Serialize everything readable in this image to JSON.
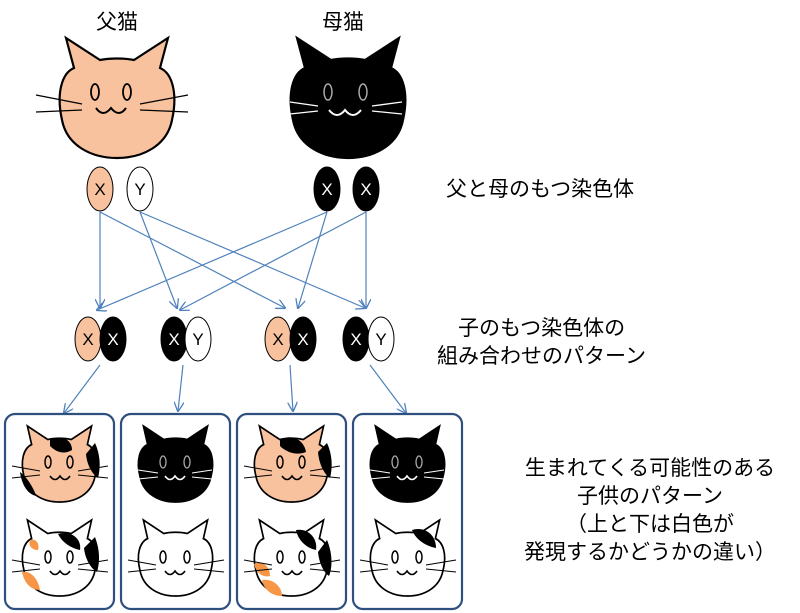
{
  "parents": {
    "father": {
      "label": "父猫",
      "color": "#f9c29f"
    },
    "mother": {
      "label": "母猫",
      "color": "#000000"
    }
  },
  "parent_chromosomes": {
    "caption": "父と母のもつ染色体",
    "father": [
      {
        "letter": "X",
        "color": "#f9c29f"
      },
      {
        "letter": "Y",
        "color": "#ffffff"
      }
    ],
    "mother": [
      {
        "letter": "X",
        "color": "#000000"
      },
      {
        "letter": "X",
        "color": "#000000"
      }
    ]
  },
  "child_chromosomes": {
    "caption_line1": "子のもつ染色体の",
    "caption_line2": "組み合わせのパターン",
    "pairs": [
      [
        {
          "letter": "X",
          "color": "#f9c29f"
        },
        {
          "letter": "X",
          "color": "#000000"
        }
      ],
      [
        {
          "letter": "X",
          "color": "#000000"
        },
        {
          "letter": "Y",
          "color": "#ffffff"
        }
      ],
      [
        {
          "letter": "X",
          "color": "#f9c29f"
        },
        {
          "letter": "X",
          "color": "#000000"
        }
      ],
      [
        {
          "letter": "X",
          "color": "#000000"
        },
        {
          "letter": "Y",
          "color": "#ffffff"
        }
      ]
    ]
  },
  "offspring": {
    "caption_lines": [
      "生まれてくる可能性のある",
      "子供のパターン",
      "（上と下は白色が",
      "発現するかどうかの違い）"
    ],
    "border_color": "#2f4f7f",
    "arrow_color": "#4f81bd"
  }
}
